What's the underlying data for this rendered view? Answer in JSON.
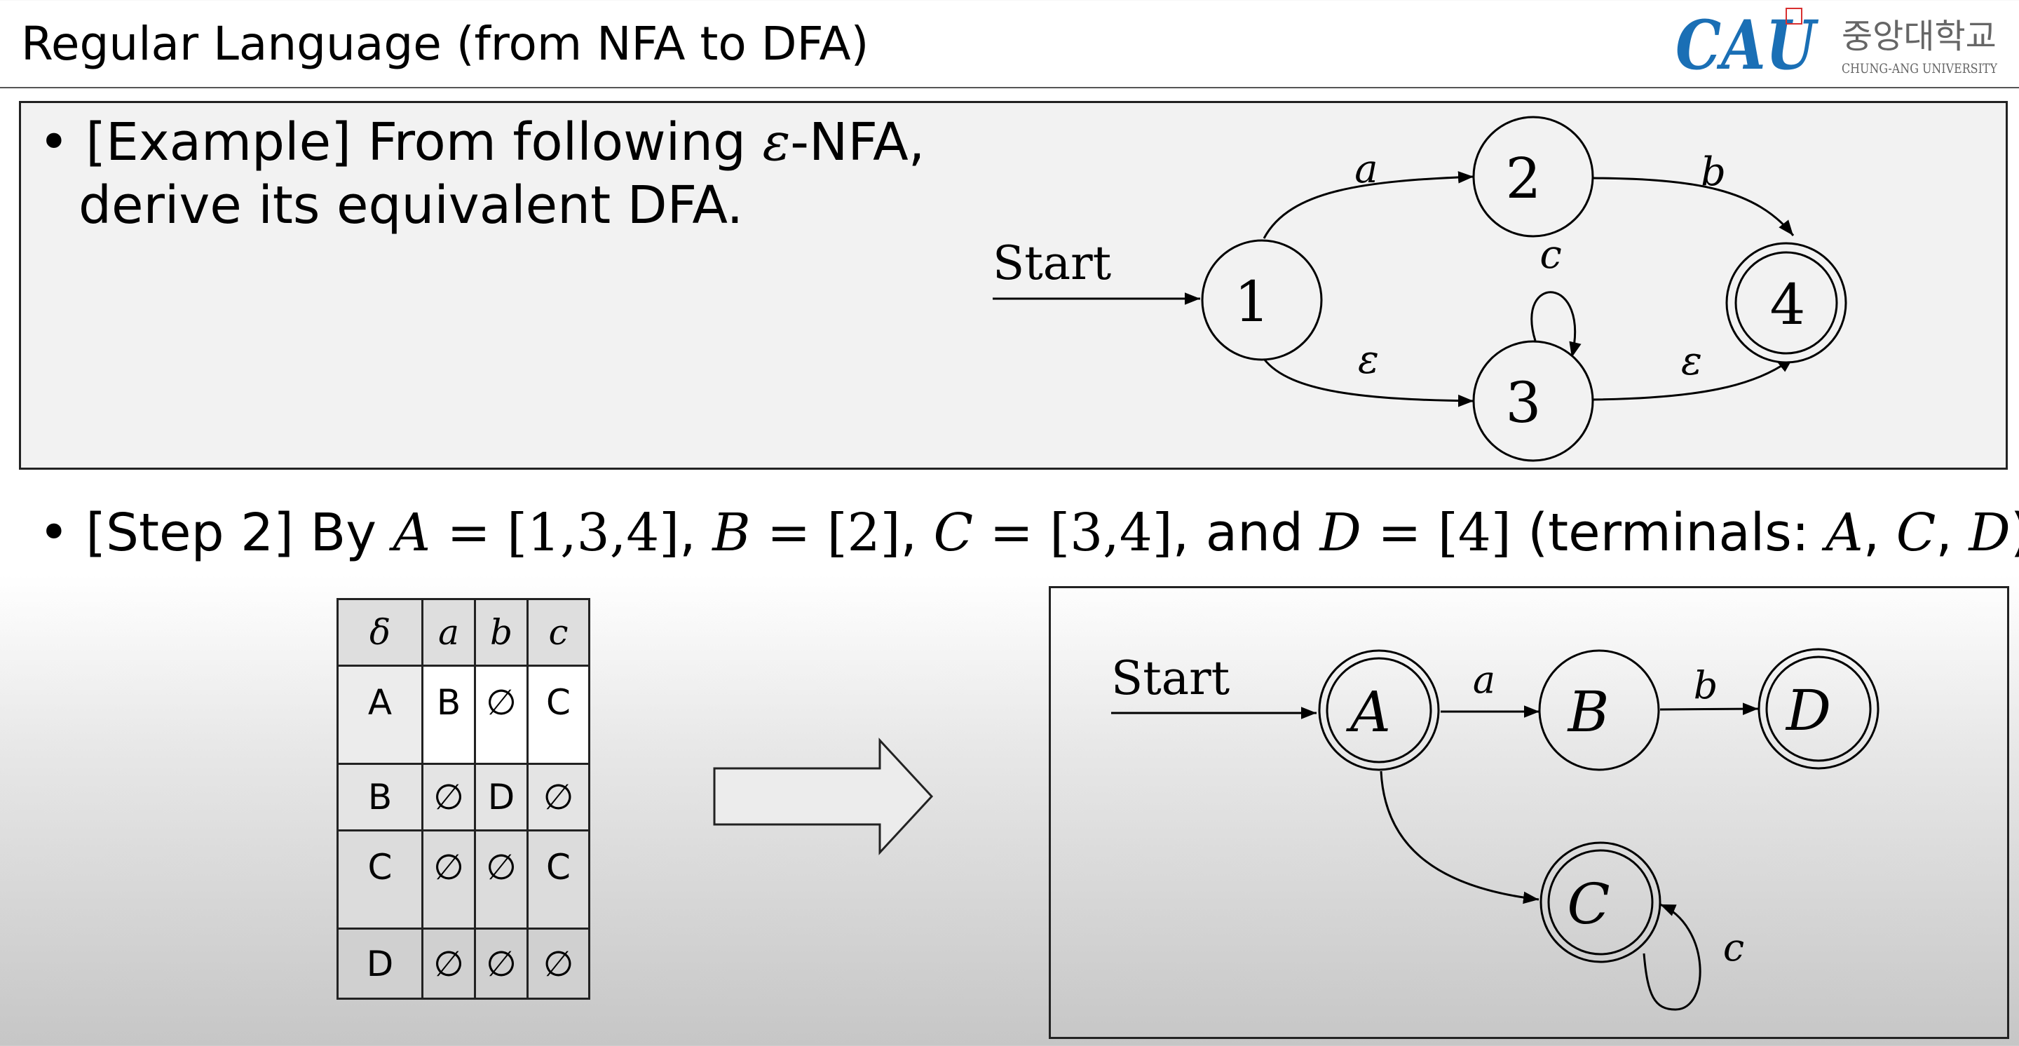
{
  "header": {
    "title": "Regular Language (from NFA to DFA)",
    "logo_text": "CAU",
    "logo_korean": "중앙대학교",
    "logo_english": "CHUNG-ANG UNIVERSITY",
    "logo_color": "#1a6fb5"
  },
  "example": {
    "bullet": "•",
    "line1_prefix": "[Example] From following ",
    "epsilon": "ε",
    "line1_suffix": "-NFA,",
    "line2": "derive its equivalent DFA."
  },
  "nfa": {
    "start_label": "Start",
    "states": [
      "1",
      "2",
      "3",
      "4"
    ],
    "accepting": [
      "4"
    ],
    "transitions": [
      {
        "from": "1",
        "to": "2",
        "label": "a"
      },
      {
        "from": "2",
        "to": "4",
        "label": "b"
      },
      {
        "from": "3",
        "to": "3",
        "label": "c"
      },
      {
        "from": "1",
        "to": "3",
        "label": "ε"
      },
      {
        "from": "3",
        "to": "4",
        "label": "ε"
      }
    ]
  },
  "step2": {
    "bullet": "•",
    "prefix": "[Step 2] By ",
    "defs": [
      {
        "sym": "A",
        "set": "[1,3,4]"
      },
      {
        "sym": "B",
        "set": "[2]"
      },
      {
        "sym": "C",
        "set": "[3,4]"
      },
      {
        "sym": "D",
        "set": "[4]"
      }
    ],
    "and_word": "and",
    "terminals_label": "(terminals: ",
    "terminals": [
      "A",
      "C",
      "D"
    ],
    "close": ")"
  },
  "table": {
    "headers": [
      "δ",
      "a",
      "b",
      "c"
    ],
    "rows": [
      [
        "A",
        "B",
        "∅",
        "C"
      ],
      [
        "B",
        "∅",
        "D",
        "∅"
      ],
      [
        "C",
        "∅",
        "∅",
        "C"
      ],
      [
        "D",
        "∅",
        "∅",
        "∅"
      ]
    ]
  },
  "dfa": {
    "start_label": "Start",
    "states": [
      "A",
      "B",
      "C",
      "D"
    ],
    "accepting": [
      "A",
      "C",
      "D"
    ],
    "transitions": [
      {
        "from": "A",
        "to": "B",
        "label": "a"
      },
      {
        "from": "B",
        "to": "D",
        "label": "b"
      },
      {
        "from": "A",
        "to": "C",
        "label": ""
      },
      {
        "from": "C",
        "to": "C",
        "label": "c"
      }
    ]
  }
}
